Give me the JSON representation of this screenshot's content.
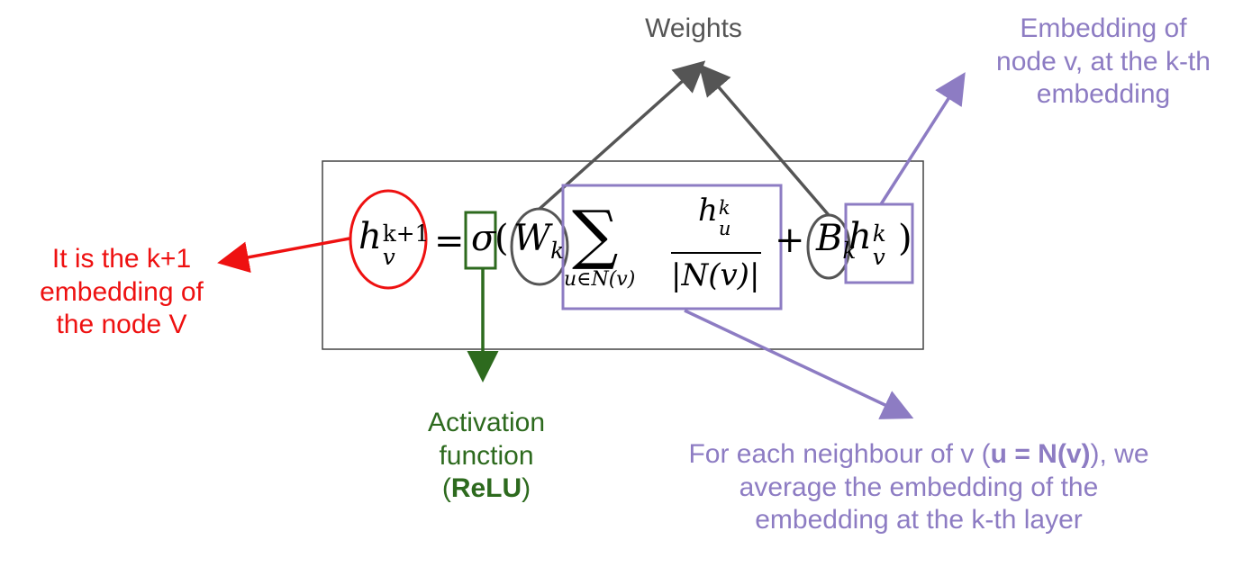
{
  "colors": {
    "weights": "#555555",
    "red": "#ee1111",
    "green": "#2d6a1e",
    "purple": "#8d7cc3",
    "frame": "#444444"
  },
  "labels": {
    "weights": "Weights",
    "embedding": [
      "Embedding of",
      "node v, at the k-th",
      "embedding"
    ],
    "kplus1": [
      "It is the k+1",
      "embedding of",
      "the node V"
    ],
    "activation": {
      "line1": "Activation",
      "line2": "function",
      "open": "(",
      "bold": "ReLU",
      "close": ")"
    },
    "neighbour": {
      "line1_pre": "For each neighbour of v (",
      "line1_bold": "u = N(v)",
      "line1_post": "), we",
      "line2": "average the embedding of the",
      "line3": "embedding at the k-th layer"
    }
  },
  "formula": {
    "h": "h",
    "h_sup": "k+1",
    "h_sub": "v",
    "eq": "=",
    "sigma": "σ",
    "open_paren": "(",
    "w": "W",
    "w_sub": "k",
    "sum": "∑",
    "sum_sub": "u∈N(v)",
    "num": "h",
    "num_sup": "k",
    "num_sub": "u",
    "den": "|N(v)|",
    "plus": "+",
    "b": "B",
    "b_sub": "k",
    "hk": "h",
    "hk_sup": "k",
    "hk_sub": "v",
    "close_paren": ")"
  }
}
